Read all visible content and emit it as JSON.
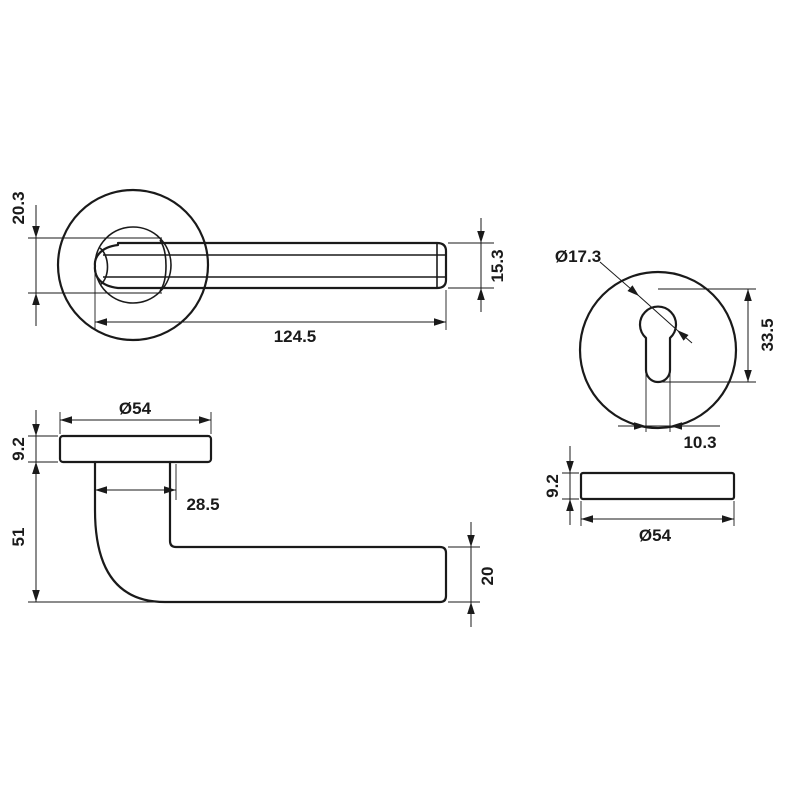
{
  "dimensions": {
    "side_rose_height": "20.3",
    "lever_thickness": "15.3",
    "lever_length": "124.5",
    "keyhole_diameter": "Ø17.3",
    "keyhole_height": "33.5",
    "keyhole_width": "10.3",
    "top_rose_thickness": "9.2",
    "top_rose_diameter": "Ø54",
    "neck_width": "28.5",
    "handle_height": "51",
    "grip_height": "20",
    "escutcheon_thickness": "9.2",
    "escutcheon_diameter": "Ø54"
  }
}
